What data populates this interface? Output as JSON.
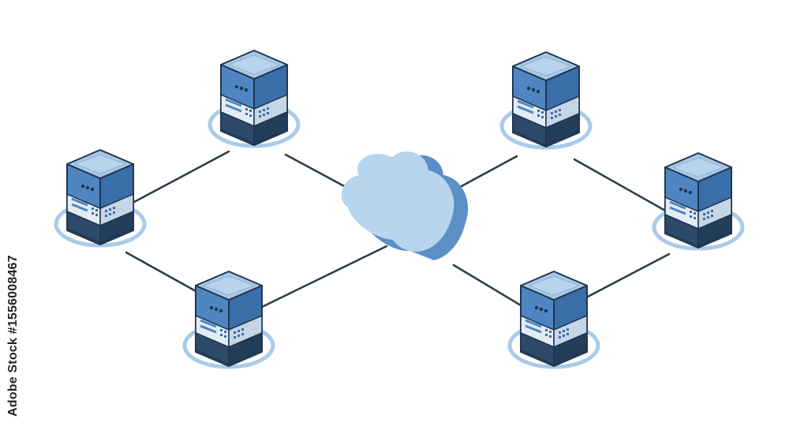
{
  "watermark": {
    "brand_text": "Adobe Stock",
    "id_label": "#",
    "id_number": "1556008467"
  },
  "colors": {
    "server_top": "#a9c7e6",
    "server_side_left": "#4f86c2",
    "server_side_right": "#3a6ea8",
    "panel_light": "#e3ebf4",
    "panel_dark": "#2e4a6b",
    "outline": "#1f3550",
    "cloud_front": "#b7d5ec",
    "cloud_back": "#5b8fc6",
    "link": "#2b3a4a",
    "base_ring": "#a9cbe9"
  },
  "diagram": {
    "nodes": [
      {
        "id": "server-top-left",
        "icon": "server-icon"
      },
      {
        "id": "server-left",
        "icon": "server-icon"
      },
      {
        "id": "server-bottom-left",
        "icon": "server-icon"
      },
      {
        "id": "server-top-right",
        "icon": "server-icon"
      },
      {
        "id": "server-right",
        "icon": "server-icon"
      },
      {
        "id": "server-bottom-right",
        "icon": "server-icon"
      },
      {
        "id": "cloud",
        "icon": "cloud-icon"
      }
    ],
    "edges": [
      [
        "server-top-left",
        "server-left"
      ],
      [
        "server-left",
        "server-bottom-left"
      ],
      [
        "server-top-left",
        "cloud"
      ],
      [
        "server-bottom-left",
        "cloud"
      ],
      [
        "server-top-right",
        "cloud"
      ],
      [
        "server-bottom-right",
        "cloud"
      ],
      [
        "server-top-right",
        "server-right"
      ],
      [
        "server-right",
        "server-bottom-right"
      ]
    ]
  }
}
